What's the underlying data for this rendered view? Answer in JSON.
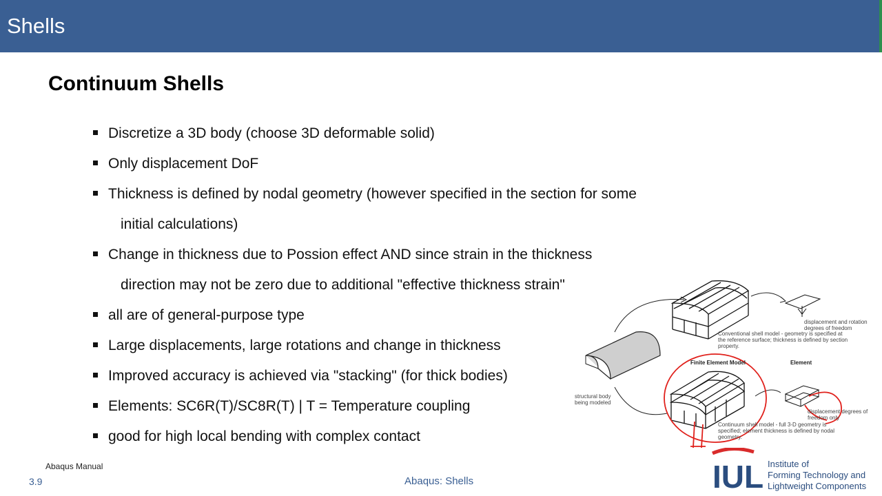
{
  "header": {
    "title": "Shells"
  },
  "section": {
    "title": "Continuum Shells"
  },
  "bullets": [
    {
      "line1": "Discretize a 3D body (choose 3D deformable solid)"
    },
    {
      "line1": "Only displacement DoF"
    },
    {
      "line1": "Thickness is defined by nodal geometry (however specified in the section for some",
      "line2": "initial calculations)"
    },
    {
      "line1": "Change in thickness due to Possion effect AND since strain in the thickness",
      "line2": "direction may not be zero due to additional \"effective thickness strain\""
    },
    {
      "line1": "all are of general-purpose type"
    },
    {
      "line1": "Large displacements, large rotations and change in thickness"
    },
    {
      "line1": "Improved accuracy is achieved via \"stacking\" (for thick bodies)"
    },
    {
      "line1": "Elements: SC6R(T)/SC8R(T) | T = Temperature coupling"
    },
    {
      "line1": "good for high local bending with complex contact"
    }
  ],
  "diagram": {
    "structural_body": "structural body being modeled",
    "conventional_model": "Conventional shell model - geometry is specified at the reference surface; thickness is defined by section property.",
    "displacement_rotation": "displacement and rotation degrees of freedom",
    "finite_element_model": "Finite Element Model",
    "element": "Element",
    "continuum_model": "Continuum shell model - full 3-D geometry is specified; element thickness is defined by nodal geometry.",
    "displacement_only": "displacement degrees of freedom only"
  },
  "footer": {
    "manual_note": "Abaqus Manual",
    "page_number": "3.9",
    "center_text": "Abaqus: Shells"
  },
  "logo": {
    "acronym": "IUL",
    "line1": "Institute of",
    "line2": "Forming Technology and",
    "line3": "Lightweight Components"
  },
  "colors": {
    "header_bg": "#3a5f93",
    "header_edge": "#2e8f4e",
    "footer_text": "#3a5f93",
    "logo_red": "#d92b2b",
    "logo_blue": "#2b4d7f",
    "annotation_red": "#e0201b"
  }
}
